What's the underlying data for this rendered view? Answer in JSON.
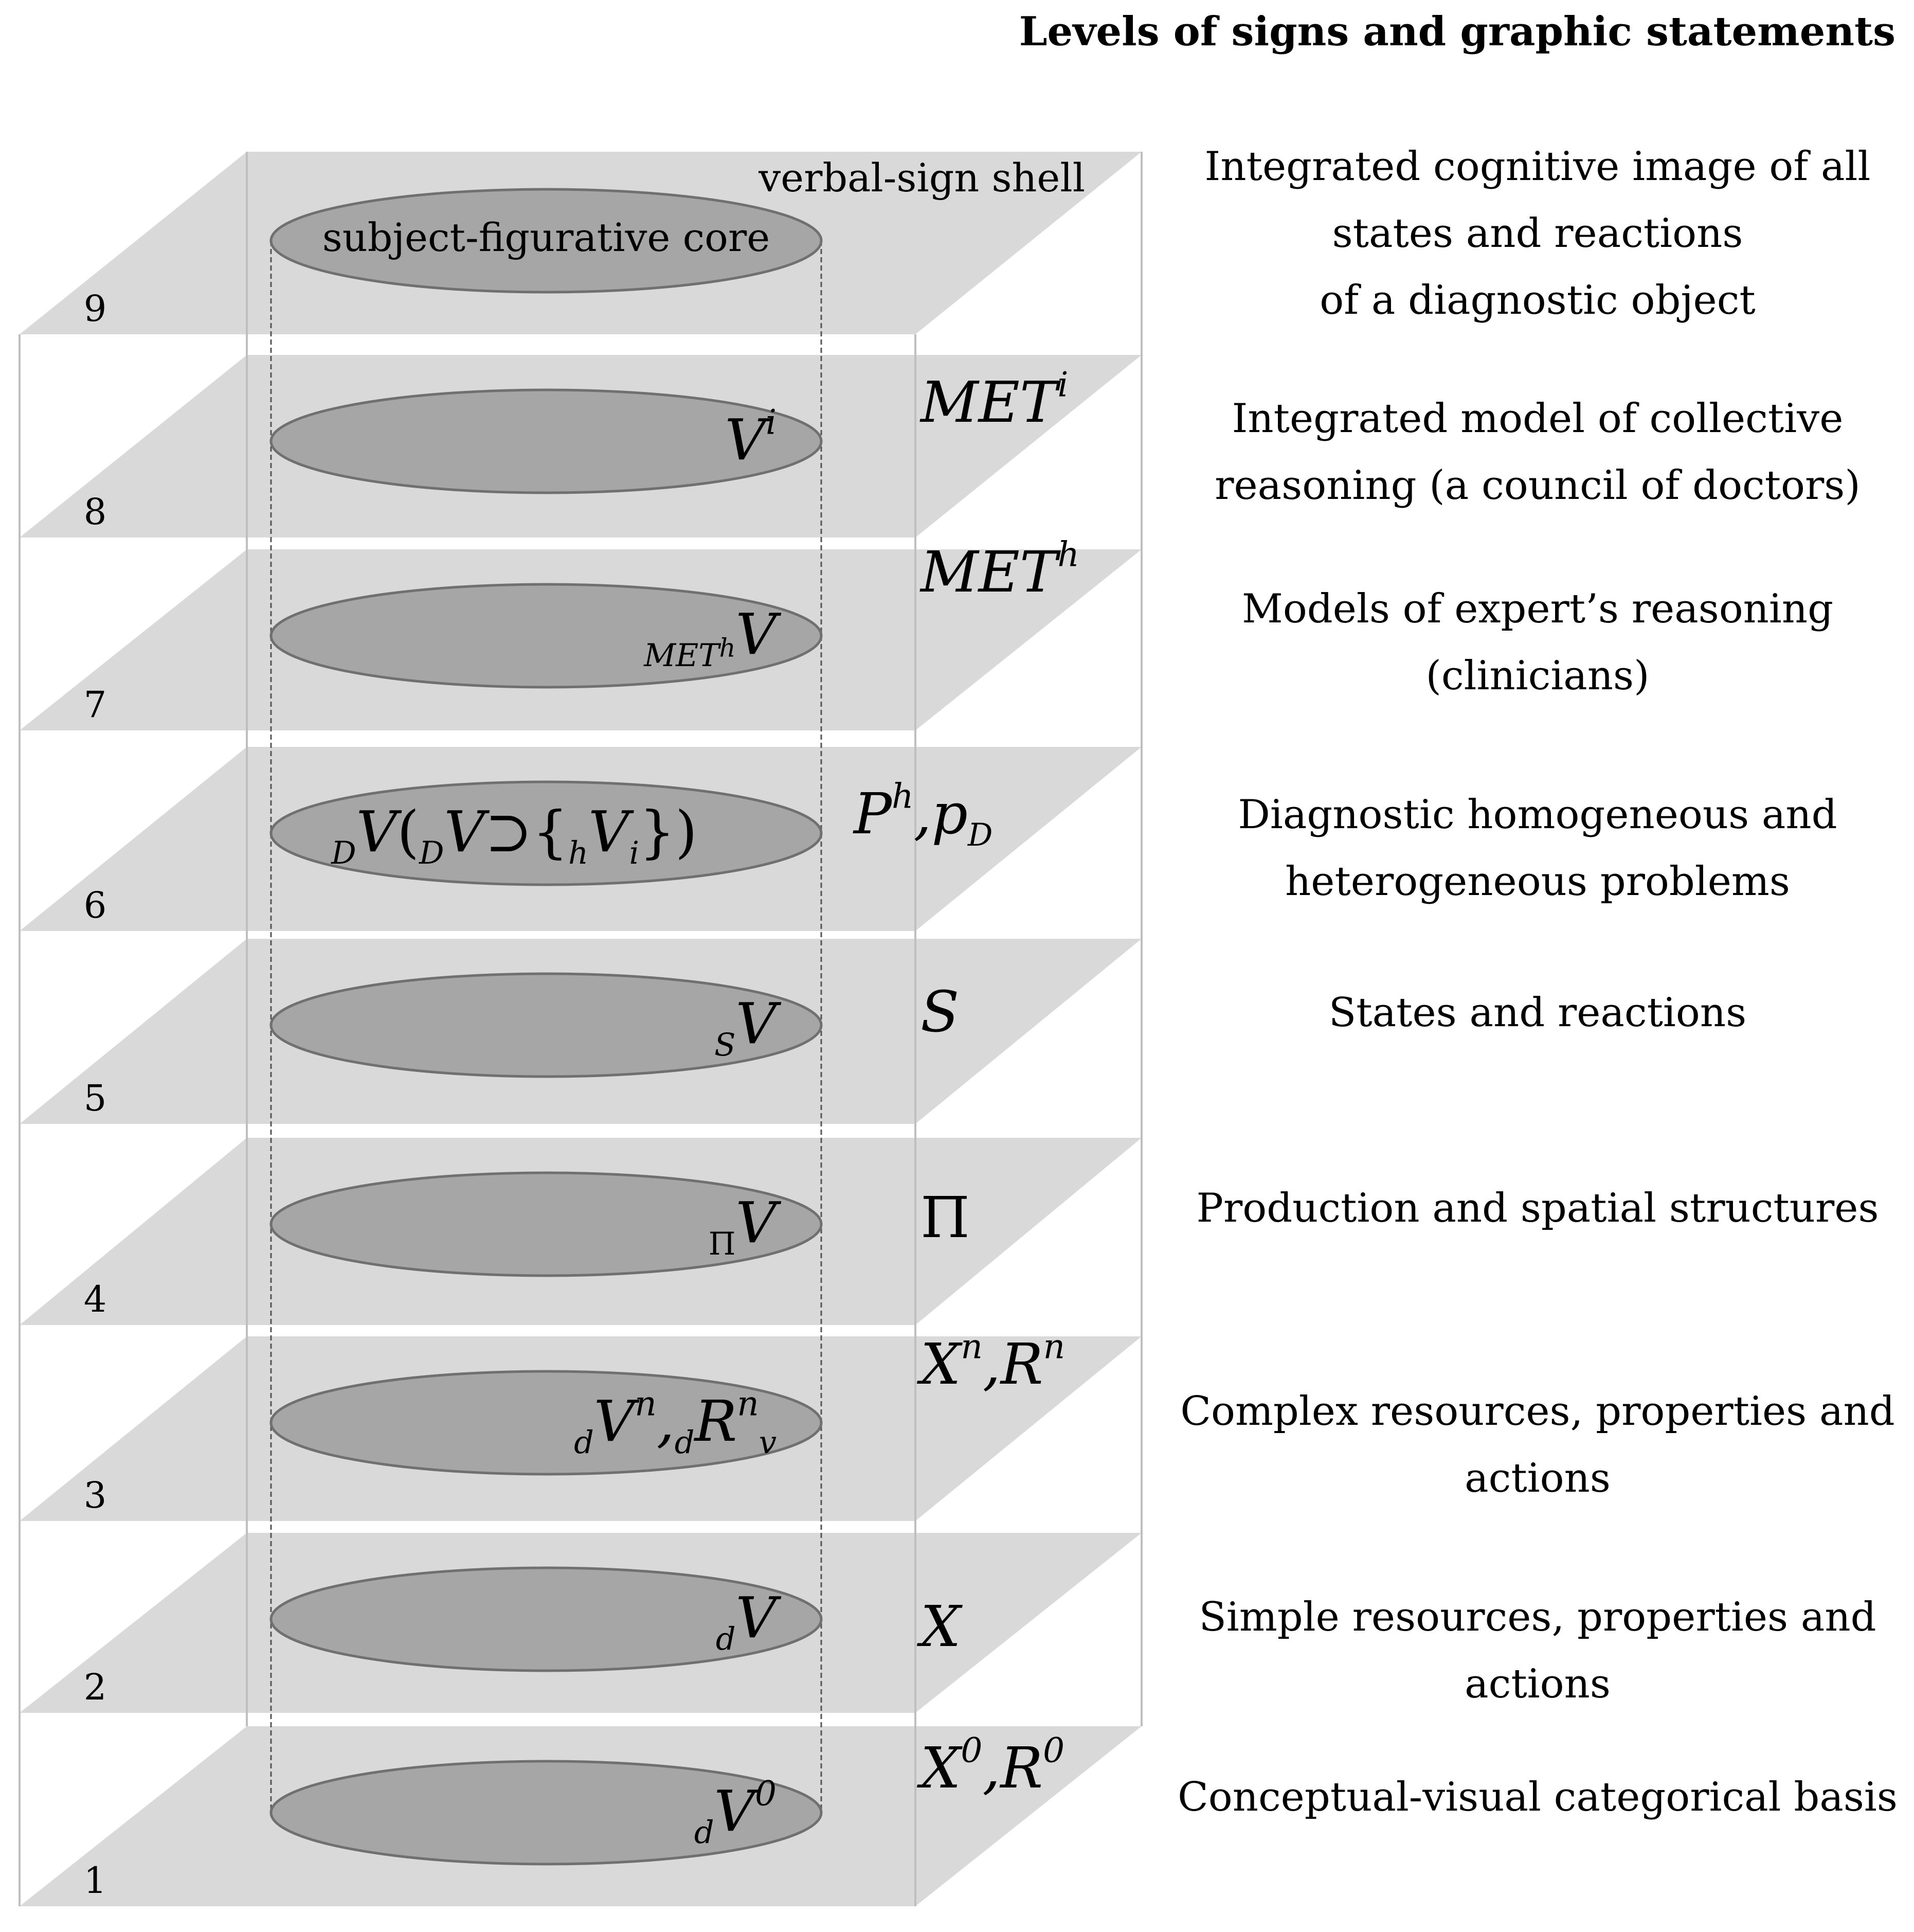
{
  "header": {
    "title": "Levels of signs and graphic statements"
  },
  "diagram": {
    "shell_label": "verbal-sign shell",
    "core_label": "subject-figurative core",
    "levels": [
      {
        "number": "1",
        "symbol": [
          [
            "X",
            ""
          ],
          [
            "0",
            "sup"
          ],
          [
            ",",
            ""
          ],
          [
            "R",
            ""
          ],
          [
            "0",
            "sup"
          ]
        ],
        "ellipse": [
          [
            "d",
            "sub"
          ],
          [
            "V",
            ""
          ],
          [
            "0",
            "sup"
          ]
        ],
        "description": [
          "Conceptual-visual  categorical basis"
        ]
      },
      {
        "number": "2",
        "symbol": [
          [
            "X",
            ""
          ]
        ],
        "ellipse": [
          [
            "d",
            "sub"
          ],
          [
            "V",
            ""
          ]
        ],
        "description": [
          "Simple resources, properties and",
          "actions"
        ]
      },
      {
        "number": "3",
        "symbol": [
          [
            "X",
            ""
          ],
          [
            "n",
            "sup"
          ],
          [
            ",",
            ""
          ],
          [
            "R",
            ""
          ],
          [
            "n",
            "sup"
          ]
        ],
        "ellipse": [
          [
            "d",
            "sub"
          ],
          [
            "V",
            ""
          ],
          [
            "n",
            "sup"
          ],
          [
            ",",
            ""
          ],
          [
            "d",
            "sub"
          ],
          [
            "R",
            ""
          ],
          [
            "n",
            "sup"
          ],
          [
            "v",
            "sub"
          ]
        ],
        "description": [
          "Complex resources, properties and",
          "actions"
        ]
      },
      {
        "number": "4",
        "symbol": [
          [
            "Π",
            "up"
          ]
        ],
        "ellipse": [
          [
            "Π",
            "subup"
          ],
          [
            "V",
            ""
          ]
        ],
        "description": [
          "Production and spatial  structures"
        ]
      },
      {
        "number": "5",
        "symbol": [
          [
            "S",
            ""
          ]
        ],
        "ellipse": [
          [
            "S",
            "sub"
          ],
          [
            "V",
            ""
          ]
        ],
        "description": [
          "States and reactions"
        ]
      },
      {
        "number": "6",
        "symbol": [
          [
            "P",
            ""
          ],
          [
            "h",
            "sup"
          ],
          [
            ",",
            ""
          ],
          [
            "p",
            ""
          ],
          [
            "D",
            "sub"
          ]
        ],
        "ellipse": [
          [
            "D",
            "sub"
          ],
          [
            "V",
            ""
          ],
          [
            "(",
            "up"
          ],
          [
            "D",
            "sub"
          ],
          [
            "V",
            ""
          ],
          [
            "⊃",
            "up"
          ],
          [
            "{",
            "up"
          ],
          [
            "h",
            "sub"
          ],
          [
            "V",
            ""
          ],
          [
            "i",
            "sub"
          ],
          [
            "}",
            "up"
          ],
          [
            ")",
            "up"
          ]
        ],
        "description": [
          "Diagnostic homogeneous and",
          "heterogeneous problems"
        ]
      },
      {
        "number": "7",
        "symbol": [
          [
            "MET",
            ""
          ],
          [
            "h",
            "sup"
          ]
        ],
        "ellipse": [
          [
            "MET",
            "sub"
          ],
          [
            "h",
            "subsup"
          ],
          [
            "V",
            ""
          ]
        ],
        "description": [
          "Models of expert’s reasoning",
          "(clinicians)"
        ]
      },
      {
        "number": "8",
        "symbol": [
          [
            "MET",
            ""
          ],
          [
            "i",
            "sup"
          ]
        ],
        "ellipse": [
          [
            "V",
            ""
          ],
          [
            "i",
            "sup"
          ]
        ],
        "description": [
          "Integrated model of collective",
          "reasoning (a council of doctors)"
        ]
      },
      {
        "number": "9",
        "symbol": [],
        "ellipse": [],
        "description": [
          "Integrated cognitive image of all",
          "states and reactions",
          "of a diagnostic object"
        ]
      }
    ]
  },
  "colors": {
    "plane_fill": "#d9d9d9",
    "ellipse_fill": "#a6a6a6",
    "ellipse_stroke": "#707070",
    "edge_line": "#bfbfbf",
    "text": "#000000",
    "background": "#ffffff"
  }
}
